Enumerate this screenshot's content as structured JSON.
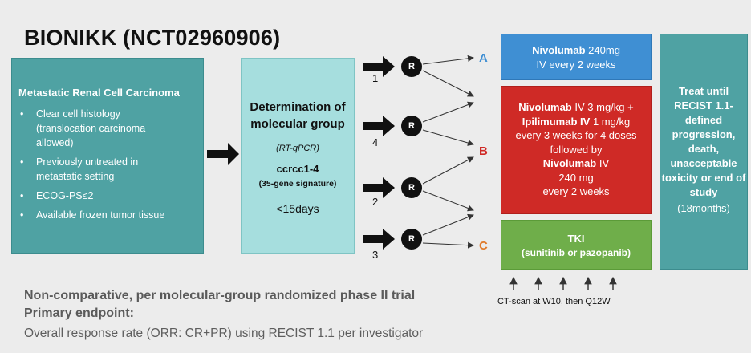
{
  "title": "BIONIKK (NCT02960906)",
  "eligibility": {
    "heading": "Metastatic Renal Cell Carcinoma",
    "items": [
      "Clear cell histology (translocation carcinoma allowed)",
      "Previously untreated in metastatic setting",
      "ECOG-PS≤2",
      "Available frozen tumor tissue"
    ]
  },
  "molecular": {
    "heading": "Determination of molecular group",
    "method": "(RT-qPCR)",
    "classification": "ccrcc1-4",
    "signature": "(35-gene signature)",
    "timing": "<15days"
  },
  "randomization": {
    "circle_label": "R",
    "groups": [
      "1",
      "4",
      "2",
      "3"
    ]
  },
  "arm_letters": {
    "a": "A",
    "b": "B",
    "c": "C"
  },
  "arm_a": {
    "drug": "Nivolumab",
    "dose": "240mg",
    "schedule": "IV every 2 weeks"
  },
  "arm_b": {
    "drug1": "Nivolumab",
    "dose1": "IV 3 mg/kg +",
    "drug2": "Ipilimumab IV",
    "dose2": "1 mg/kg",
    "line3": "every 3 weeks for 4 doses",
    "line4": "followed by",
    "drug3": "Nivolumab",
    "dose3": "IV",
    "line6": "240 mg",
    "line7": "every 2 weeks"
  },
  "arm_c": {
    "drug": "TKI",
    "detail": "(sunitinib or pazopanib)"
  },
  "treatment": {
    "text": "Treat until RECIST 1.1-defined progression, death, unacceptable toxicity or end of study",
    "duration": "(18months)"
  },
  "ct_scan": "CT-scan at W10, then Q12W",
  "footer": {
    "design": "Non-comparative, per molecular-group randomized phase II trial",
    "endpoint_label": "Primary endpoint:",
    "endpoint": "Overall response rate (ORR: CR+PR) using RECIST 1.1 per investigator"
  },
  "colors": {
    "teal": "#4fa2a3",
    "light_teal": "#a6dede",
    "blue": "#3f8fd3",
    "red": "#cf2a26",
    "green": "#6fae4a",
    "letter_a": "#3f8fd3",
    "letter_b": "#cf2a26",
    "letter_c": "#e07a2a"
  }
}
